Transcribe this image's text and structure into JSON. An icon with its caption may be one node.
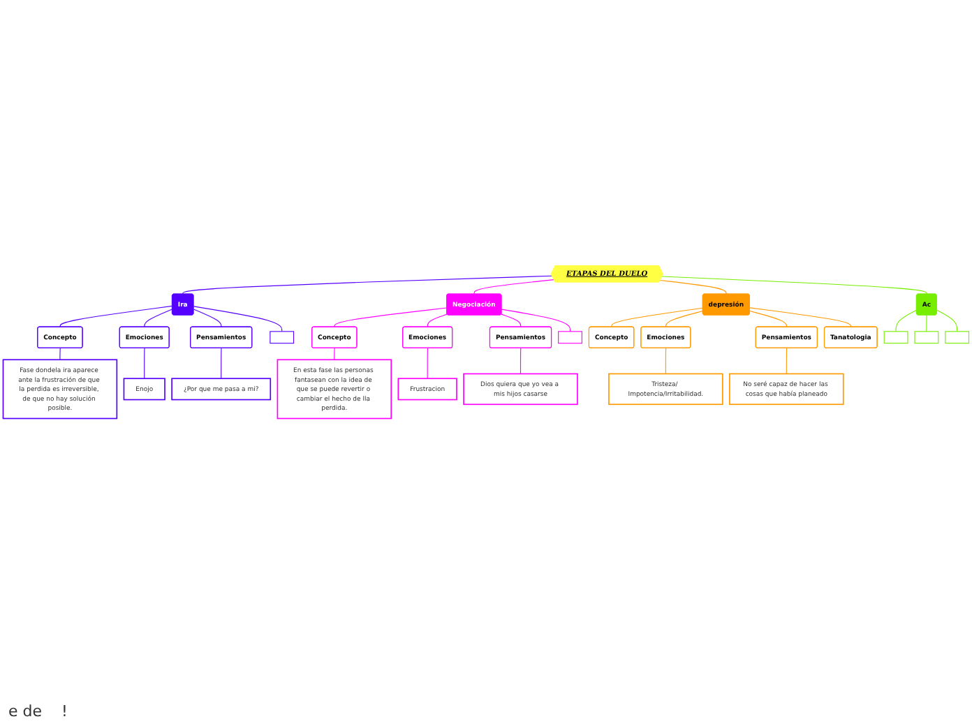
{
  "diagram": {
    "nodes": [
      {
        "text": [
          "ETAPAS DEL DUELO"
        ]
      },
      {
        "text": [
          "Ira"
        ]
      },
      {
        "text": [
          "Concepto"
        ]
      },
      {
        "text": [
          "Fase dondela ira aparece ante la frustración de que la perdida es irreversible, de que no hay solución posible."
        ]
      },
      {
        "text": [
          "Emociones"
        ]
      },
      {
        "text": [
          "Enojo"
        ]
      },
      {
        "text": [
          "Pensamientos"
        ]
      },
      {
        "text": [
          "¿Por que me pasa a mi?"
        ]
      },
      {
        "text": [],
        "shape": "box"
      },
      {
        "text": [
          "Negociación"
        ]
      },
      {
        "text": [
          "Concepto"
        ]
      },
      {
        "text": [
          "En esta fase las personas fantasean con la idea de que se puede revertir o cambiar el hecho de lla perdida."
        ]
      },
      {
        "text": [
          "Emociones"
        ]
      },
      {
        "text": [
          "Frustracion"
        ]
      },
      {
        "text": [
          "Pensamientos"
        ]
      },
      {
        "text": [
          "Dios quiera que yo vea a mis hijos casarse"
        ]
      },
      {
        "text": [],
        "shape": "box"
      },
      {
        "text": [
          "depresión"
        ]
      },
      {
        "text": [
          "Concepto"
        ]
      },
      {
        "text": [
          "Emociones"
        ]
      },
      {
        "text": [
          "Tristeza/ Impotencia/Irritabilidad."
        ]
      },
      {
        "text": [
          "Pensamientos"
        ]
      },
      {
        "text": [
          "No seré capaz de hacer las cosas que había planeado"
        ]
      },
      {
        "text": [
          "Tanatologia"
        ]
      },
      {
        "text": [
          "Ac"
        ]
      },
      {
        "text": [],
        "shape": "box"
      },
      {
        "text": [],
        "shape": "box"
      },
      {
        "text": [],
        "shape": "box"
      }
    ],
    "edges": [
      {
        "from": 0,
        "to": 1,
        "arrow": "none",
        "color": "#5500ff"
      },
      {
        "from": 1,
        "to": 2,
        "arrow": "none",
        "color": "#5500ff"
      },
      {
        "from": 2,
        "to": 3,
        "arrow": "none",
        "color": "#5500ff"
      },
      {
        "from": 1,
        "to": 4,
        "arrow": "none",
        "color": "#5500ff"
      },
      {
        "from": 4,
        "to": 5,
        "arrow": "none",
        "color": "#5500ff"
      },
      {
        "from": 1,
        "to": 6,
        "arrow": "none",
        "color": "#5500ff"
      },
      {
        "from": 6,
        "to": 7,
        "arrow": "none",
        "color": "#5500ff"
      },
      {
        "from": 1,
        "to": 8,
        "arrow": "none",
        "color": "#5500ff"
      },
      {
        "from": 0,
        "to": 9,
        "arrow": "none",
        "color": "#ff00ff"
      },
      {
        "from": 9,
        "to": 10,
        "arrow": "none",
        "color": "#ff00ff"
      },
      {
        "from": 10,
        "to": 11,
        "arrow": "none",
        "color": "#ff00ff"
      },
      {
        "from": 9,
        "to": 12,
        "arrow": "none",
        "color": "#ff00ff"
      },
      {
        "from": 12,
        "to": 13,
        "arrow": "none",
        "color": "#ff00ff"
      },
      {
        "from": 9,
        "to": 14,
        "arrow": "none",
        "color": "#ff00ff"
      },
      {
        "from": 14,
        "to": 15,
        "arrow": "none",
        "color": "#ff00ff"
      },
      {
        "from": 9,
        "to": 16,
        "arrow": "none",
        "color": "#ff00ff"
      },
      {
        "from": 0,
        "to": 17,
        "arrow": "none",
        "color": "#ff9900"
      },
      {
        "from": 17,
        "to": 18,
        "arrow": "none",
        "color": "#ff9900"
      },
      {
        "from": 17,
        "to": 19,
        "arrow": "none",
        "color": "#ff9900"
      },
      {
        "from": 19,
        "to": 20,
        "arrow": "none",
        "color": "#ff9900"
      },
      {
        "from": 17,
        "to": 21,
        "arrow": "none",
        "color": "#ff9900"
      },
      {
        "from": 21,
        "to": 22,
        "arrow": "none",
        "color": "#ff9900"
      },
      {
        "from": 17,
        "to": 23,
        "arrow": "none",
        "color": "#ff9900"
      },
      {
        "from": 0,
        "to": 24,
        "arrow": "none",
        "color": "#77ee00"
      },
      {
        "from": 24,
        "to": 25,
        "arrow": "none",
        "color": "#77ee00"
      },
      {
        "from": 24,
        "to": 26,
        "arrow": "none",
        "color": "#77ee00"
      },
      {
        "from": 24,
        "to": 27,
        "arrow": "none",
        "color": "#77ee00"
      }
    ],
    "labels": [
      "e de",
      "!"
    ]
  }
}
